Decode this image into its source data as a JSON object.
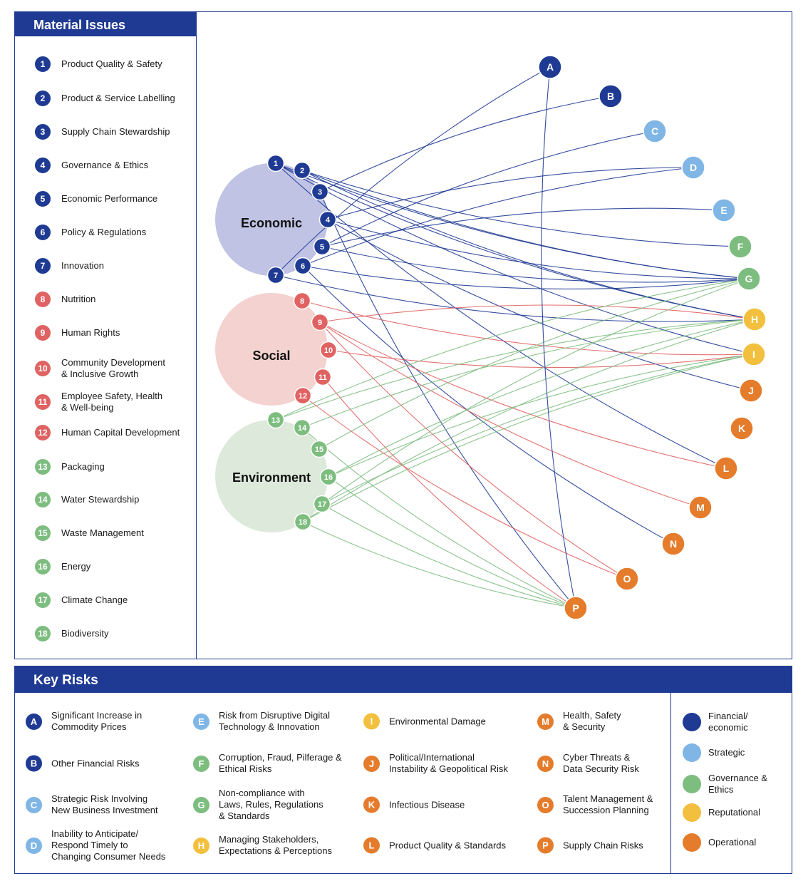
{
  "colors": {
    "navy": "#1f3a93",
    "financial": "#1f3a93",
    "strategic": "#7fb6e5",
    "governance": "#7dbd7f",
    "reputational": "#f2c03e",
    "operational": "#e47c2c",
    "economic_issue": "#1f3a93",
    "social_issue": "#e06262",
    "environment_issue": "#7dbd7f",
    "economic_bubble": "#c0c3e4",
    "social_bubble": "#f4d2cf",
    "environment_bubble": "#dde9db"
  },
  "material_issues": {
    "title": "Material Issues",
    "items": [
      {
        "num": "1",
        "label": "Product Quality & Safety",
        "group": "economic"
      },
      {
        "num": "2",
        "label": "Product & Service Labelling",
        "group": "economic"
      },
      {
        "num": "3",
        "label": "Supply Chain Stewardship",
        "group": "economic"
      },
      {
        "num": "4",
        "label": "Governance & Ethics",
        "group": "economic"
      },
      {
        "num": "5",
        "label": "Economic Performance",
        "group": "economic"
      },
      {
        "num": "6",
        "label": "Policy & Regulations",
        "group": "economic"
      },
      {
        "num": "7",
        "label": "Innovation",
        "group": "economic"
      },
      {
        "num": "8",
        "label": "Nutrition",
        "group": "social"
      },
      {
        "num": "9",
        "label": "Human Rights",
        "group": "social"
      },
      {
        "num": "10",
        "label": "Community Development\n& Inclusive Growth",
        "group": "social"
      },
      {
        "num": "11",
        "label": "Employee Safety, Health\n& Well-being",
        "group": "social"
      },
      {
        "num": "12",
        "label": "Human Capital Development",
        "group": "social"
      },
      {
        "num": "13",
        "label": "Packaging",
        "group": "environment"
      },
      {
        "num": "14",
        "label": "Water Stewardship",
        "group": "environment"
      },
      {
        "num": "15",
        "label": "Waste Management",
        "group": "environment"
      },
      {
        "num": "16",
        "label": "Energy",
        "group": "environment"
      },
      {
        "num": "17",
        "label": "Climate Change",
        "group": "environment"
      },
      {
        "num": "18",
        "label": "Biodiversity",
        "group": "environment"
      }
    ]
  },
  "diagram": {
    "bubbles": [
      {
        "label": "Economic",
        "group": "economic"
      },
      {
        "label": "Social",
        "group": "social"
      },
      {
        "label": "Environment",
        "group": "environment"
      }
    ],
    "risk_nodes": [
      {
        "id": "A",
        "category": "financial"
      },
      {
        "id": "B",
        "category": "financial"
      },
      {
        "id": "C",
        "category": "strategic"
      },
      {
        "id": "D",
        "category": "strategic"
      },
      {
        "id": "E",
        "category": "strategic"
      },
      {
        "id": "F",
        "category": "governance"
      },
      {
        "id": "G",
        "category": "governance"
      },
      {
        "id": "H",
        "category": "reputational"
      },
      {
        "id": "I",
        "category": "reputational"
      },
      {
        "id": "J",
        "category": "operational"
      },
      {
        "id": "K",
        "category": "operational"
      },
      {
        "id": "L",
        "category": "operational"
      },
      {
        "id": "M",
        "category": "operational"
      },
      {
        "id": "N",
        "category": "operational"
      },
      {
        "id": "O",
        "category": "operational"
      },
      {
        "id": "P",
        "category": "operational"
      }
    ],
    "links": [
      [
        "1",
        "G"
      ],
      [
        "1",
        "H"
      ],
      [
        "1",
        "I"
      ],
      [
        "1",
        "L"
      ],
      [
        "2",
        "G"
      ],
      [
        "2",
        "H"
      ],
      [
        "2",
        "F"
      ],
      [
        "3",
        "B"
      ],
      [
        "3",
        "P"
      ],
      [
        "4",
        "D"
      ],
      [
        "4",
        "G"
      ],
      [
        "4",
        "J"
      ],
      [
        "5",
        "C"
      ],
      [
        "5",
        "E"
      ],
      [
        "5",
        "G"
      ],
      [
        "6",
        "D"
      ],
      [
        "6",
        "G"
      ],
      [
        "6",
        "N"
      ],
      [
        "7",
        "H"
      ],
      [
        "7",
        "A"
      ],
      [
        "8",
        "I"
      ],
      [
        "9",
        "H"
      ],
      [
        "9",
        "L"
      ],
      [
        "9",
        "M"
      ],
      [
        "9",
        "O"
      ],
      [
        "10",
        "I"
      ],
      [
        "11",
        "P"
      ],
      [
        "12",
        "O"
      ],
      [
        "13",
        "G"
      ],
      [
        "13",
        "H"
      ],
      [
        "14",
        "H"
      ],
      [
        "14",
        "P"
      ],
      [
        "15",
        "G"
      ],
      [
        "16",
        "I"
      ],
      [
        "16",
        "H"
      ],
      [
        "16",
        "P"
      ],
      [
        "17",
        "I"
      ],
      [
        "17",
        "G"
      ],
      [
        "17",
        "P"
      ],
      [
        "18",
        "I"
      ],
      [
        "18",
        "H"
      ],
      [
        "18",
        "P"
      ],
      [
        "A",
        "P"
      ]
    ]
  },
  "key_risks": {
    "title": "Key Risks",
    "items": [
      {
        "id": "A",
        "label": "Significant Increase in\nCommodity Prices",
        "category": "financial"
      },
      {
        "id": "B",
        "label": "Other Financial Risks",
        "category": "financial"
      },
      {
        "id": "C",
        "label": "Strategic Risk Involving\nNew Business Investment",
        "category": "strategic"
      },
      {
        "id": "D",
        "label": "Inability to Anticipate/\nRespond Timely to\nChanging Consumer Needs",
        "category": "strategic"
      },
      {
        "id": "E",
        "label": "Risk from Disruptive Digital\nTechnology & Innovation",
        "category": "strategic"
      },
      {
        "id": "F",
        "label": "Corruption, Fraud, Pilferage &\nEthical Risks",
        "category": "governance"
      },
      {
        "id": "G",
        "label": "Non-compliance with\nLaws, Rules, Regulations\n& Standards",
        "category": "governance"
      },
      {
        "id": "H",
        "label": "Managing Stakeholders,\nExpectations & Perceptions",
        "category": "reputational"
      },
      {
        "id": "I",
        "label": "Environmental Damage",
        "category": "reputational"
      },
      {
        "id": "J",
        "label": "Political/International\nInstability & Geopolitical Risk",
        "category": "operational"
      },
      {
        "id": "K",
        "label": "Infectious Disease",
        "category": "operational"
      },
      {
        "id": "L",
        "label": "Product Quality & Standards",
        "category": "operational"
      },
      {
        "id": "M",
        "label": "Health, Safety\n& Security",
        "category": "operational"
      },
      {
        "id": "N",
        "label": "Cyber Threats &\nData Security Risk",
        "category": "operational"
      },
      {
        "id": "O",
        "label": "Talent Management &\nSuccession Planning",
        "category": "operational"
      },
      {
        "id": "P",
        "label": "Supply Chain Risks",
        "category": "operational"
      }
    ]
  },
  "legend": [
    {
      "label": "Financial/\neconomic",
      "category": "financial"
    },
    {
      "label": "Strategic",
      "category": "strategic"
    },
    {
      "label": "Governance &\nEthics",
      "category": "governance"
    },
    {
      "label": "Reputational",
      "category": "reputational"
    },
    {
      "label": "Operational",
      "category": "operational"
    }
  ]
}
